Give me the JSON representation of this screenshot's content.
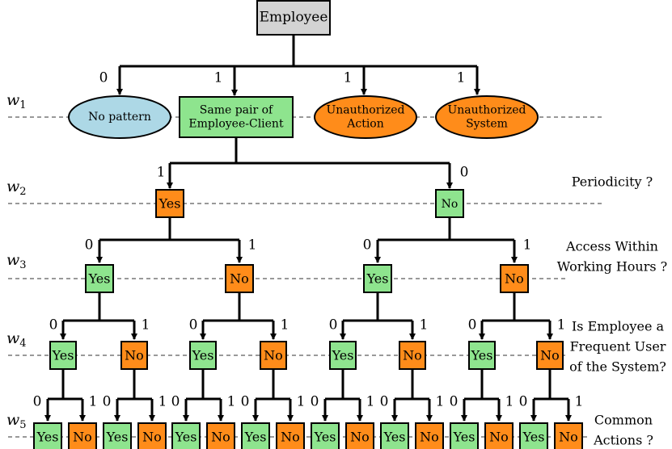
{
  "root": {
    "label": "Employee"
  },
  "colors": {
    "root": "#d3d3d3",
    "green": "#8ee48e",
    "orange": "#ff8c1a",
    "blue": "#add8e6",
    "line": "#000000",
    "dash": "#333333"
  },
  "levels": [
    {
      "id": "w1",
      "letter": "w",
      "sub": "1",
      "question": []
    },
    {
      "id": "w2",
      "letter": "w",
      "sub": "2",
      "question": [
        "Periodicity ?"
      ]
    },
    {
      "id": "w3",
      "letter": "w",
      "sub": "3",
      "question": [
        "Access Within",
        "Working Hours ?"
      ]
    },
    {
      "id": "w4",
      "letter": "w",
      "sub": "4",
      "question": [
        "Is Employee a",
        "Frequent User",
        "of the System?"
      ]
    },
    {
      "id": "w5",
      "letter": "w",
      "sub": "5",
      "question": [
        "Common",
        "Actions ?"
      ]
    }
  ],
  "level1": [
    {
      "lines": [
        "No pattern"
      ],
      "shape": "ellipse",
      "color": "blue",
      "edge": "0"
    },
    {
      "lines": [
        "Same pair of",
        "Employee-Client"
      ],
      "shape": "rect",
      "color": "green",
      "edge": "1"
    },
    {
      "lines": [
        "Unauthorized",
        "Action"
      ],
      "shape": "ellipse",
      "color": "orange",
      "edge": "1"
    },
    {
      "lines": [
        "Unauthorized",
        "System"
      ],
      "shape": "ellipse",
      "color": "orange",
      "edge": "1"
    }
  ],
  "level2": [
    {
      "label": "Yes",
      "color": "orange",
      "edge": "1"
    },
    {
      "label": "No",
      "color": "green",
      "edge": "0"
    }
  ],
  "level3": [
    {
      "label": "Yes",
      "color": "green",
      "edge": "0"
    },
    {
      "label": "No",
      "color": "orange",
      "edge": "1"
    },
    {
      "label": "Yes",
      "color": "green",
      "edge": "0"
    },
    {
      "label": "No",
      "color": "orange",
      "edge": "1"
    }
  ],
  "level4": [
    {
      "label": "Yes",
      "color": "green",
      "edge": "0"
    },
    {
      "label": "No",
      "color": "orange",
      "edge": "1"
    },
    {
      "label": "Yes",
      "color": "green",
      "edge": "0"
    },
    {
      "label": "No",
      "color": "orange",
      "edge": "1"
    },
    {
      "label": "Yes",
      "color": "green",
      "edge": "0"
    },
    {
      "label": "No",
      "color": "orange",
      "edge": "1"
    },
    {
      "label": "Yes",
      "color": "green",
      "edge": "0"
    },
    {
      "label": "No",
      "color": "orange",
      "edge": "1"
    }
  ],
  "level5": [
    {
      "label": "Yes",
      "color": "green",
      "edge": "0"
    },
    {
      "label": "No",
      "color": "orange",
      "edge": "1"
    },
    {
      "label": "Yes",
      "color": "green",
      "edge": "0"
    },
    {
      "label": "No",
      "color": "orange",
      "edge": "1"
    },
    {
      "label": "Yes",
      "color": "green",
      "edge": "0"
    },
    {
      "label": "No",
      "color": "orange",
      "edge": "1"
    },
    {
      "label": "Yes",
      "color": "green",
      "edge": "0"
    },
    {
      "label": "No",
      "color": "orange",
      "edge": "1"
    },
    {
      "label": "Yes",
      "color": "green",
      "edge": "0"
    },
    {
      "label": "No",
      "color": "orange",
      "edge": "1"
    },
    {
      "label": "Yes",
      "color": "green",
      "edge": "0"
    },
    {
      "label": "No",
      "color": "orange",
      "edge": "1"
    },
    {
      "label": "Yes",
      "color": "green",
      "edge": "0"
    },
    {
      "label": "No",
      "color": "orange",
      "edge": "1"
    },
    {
      "label": "Yes",
      "color": "green",
      "edge": "0"
    },
    {
      "label": "No",
      "color": "orange",
      "edge": "1"
    }
  ]
}
